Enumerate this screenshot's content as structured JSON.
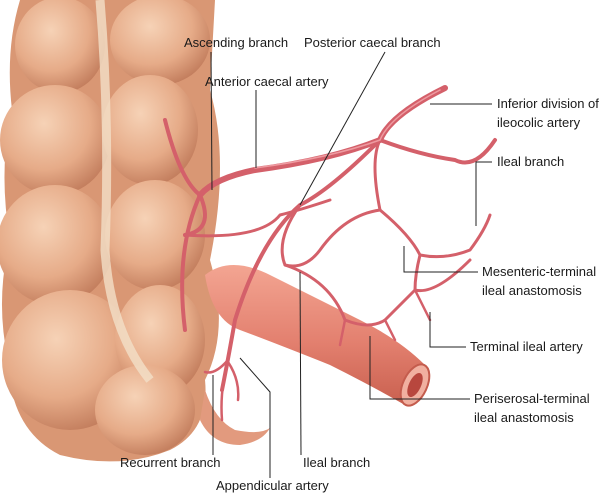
{
  "title": "Ileocolic artery branches and terminal ileal anastomoses",
  "labels": {
    "ascending_branch": "Ascending branch",
    "posterior_caecal_branch": "Posterior caecal branch",
    "anterior_caecal_artery": "Anterior caecal artery",
    "inferior_division_line1": "Inferior division of",
    "inferior_division_line2": "ileocolic artery",
    "ileal_branch_upper": "Ileal branch",
    "mesenteric_line1": "Mesenteric-terminal",
    "mesenteric_line2": "ileal anastomosis",
    "terminal_ileal_artery": "Terminal ileal artery",
    "periserosal_line1": "Periserosal-terminal",
    "periserosal_line2": "ileal anastomosis",
    "recurrent_branch": "Recurrent branch",
    "ileal_branch_lower": "Ileal branch",
    "appendicular_artery": "Appendicular artery"
  },
  "colors": {
    "colon": "#e8b08e",
    "colon_shadow": "#c98463",
    "ileum": "#e58a7a",
    "artery": "#d4606a",
    "leader": "#222222"
  }
}
